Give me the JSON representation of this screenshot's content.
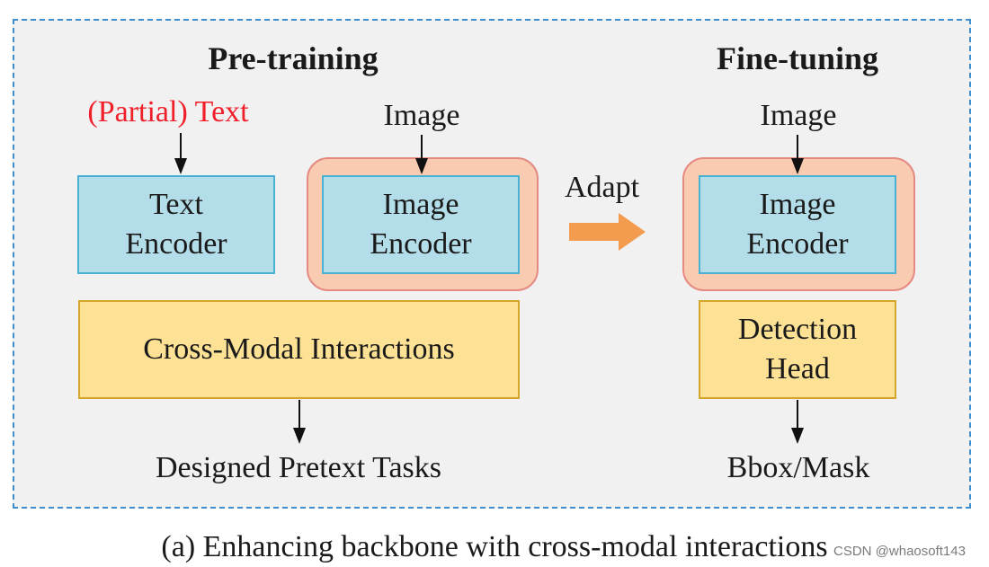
{
  "pretraining": {
    "heading": "Pre-training",
    "text_input": "(Partial) Text",
    "image_input": "Image",
    "text_encoder": "Text\nEncoder",
    "image_encoder": "Image\nEncoder",
    "cross_modal": "Cross-Modal Interactions",
    "output": "Designed Pretext Tasks"
  },
  "adapt": {
    "label": "Adapt"
  },
  "finetuning": {
    "heading": "Fine-tuning",
    "image_input": "Image",
    "image_encoder": "Image\nEncoder",
    "detection_head": "Detection\nHead",
    "output": "Bbox/Mask"
  },
  "caption": "(a) Enhancing backbone with cross-modal interactions",
  "watermark": "CSDN @whaosoft143",
  "colors": {
    "frame_border": "#3f8fd0",
    "encoder_fill": "#b3dde8",
    "encoder_border": "#4ab1d3",
    "head_fill": "#fde295",
    "head_border": "#d4a62b",
    "halo_fill": "#f9cbb1",
    "halo_border": "#e58a82",
    "adapt_arrow": "#f39c4f",
    "highlight_text": "#f0202a"
  }
}
